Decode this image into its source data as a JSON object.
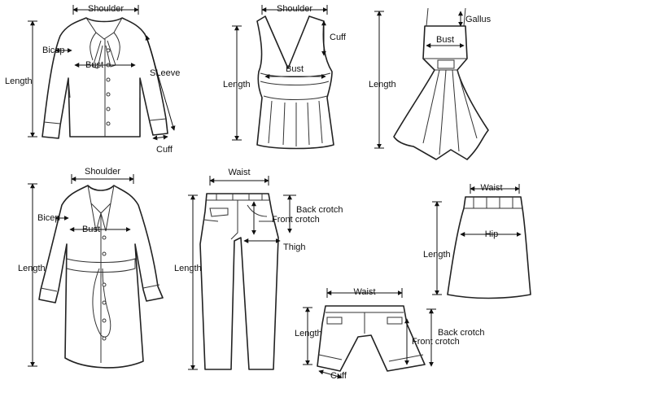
{
  "garments": {
    "blouse": {
      "shoulder": "Shoulder",
      "bicep": "Bicep",
      "bust": "Bust",
      "sleeve": "SLeeve",
      "length": "Length",
      "cuff": "Cuff"
    },
    "camisole": {
      "shoulder": "Shoulder",
      "cuff": "Cuff",
      "bust": "Bust",
      "length": "Length"
    },
    "dress": {
      "gallus": "Gallus",
      "bust": "Bust",
      "length": "Length"
    },
    "coat": {
      "shoulder": "Shoulder",
      "bicep": "Bicep",
      "bust": "Bust",
      "length": "Length"
    },
    "trousers": {
      "waist": "Waist",
      "back_crotch": "Back crotch",
      "front_crotch": "Front crotch",
      "thigh": "Thigh",
      "length": "Length"
    },
    "shorts": {
      "waist": "Waist",
      "length": "Length",
      "back_crotch": "Back crotch",
      "front_crotch": "Front crotch",
      "cuff": "Cuff"
    },
    "skirt": {
      "waist": "Waist",
      "hip": "Hip",
      "length": "Length"
    }
  }
}
